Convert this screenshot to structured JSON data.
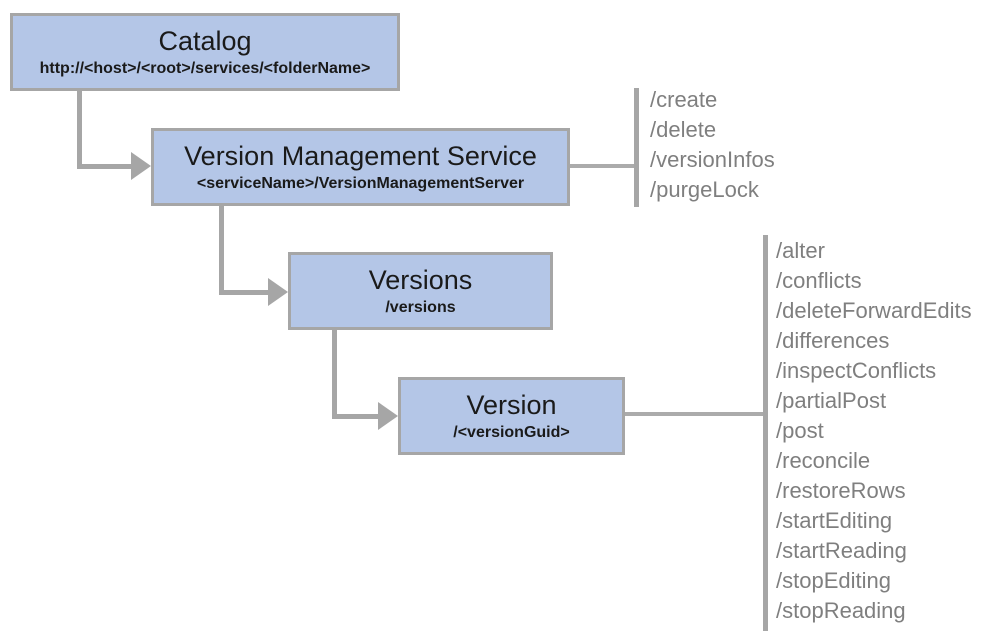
{
  "diagram": {
    "nodes": [
      {
        "id": "catalog",
        "title": "Catalog",
        "subtitle": "http://<host>/<root>/services/<folderName>"
      },
      {
        "id": "version-management-service",
        "title": "Version Management Service",
        "subtitle": "<serviceName>/VersionManagementServer"
      },
      {
        "id": "versions",
        "title": "Versions",
        "subtitle": "/versions"
      },
      {
        "id": "version",
        "title": "Version",
        "subtitle": "/<versionGuid>"
      }
    ],
    "service_operations": [
      "/create",
      "/delete",
      "/versionInfos",
      "/purgeLock"
    ],
    "version_operations": [
      "/alter",
      "/conflicts",
      "/deleteForwardEdits",
      "/differences",
      "/inspectConflicts",
      "/partialPost",
      "/post",
      "/reconcile",
      "/restoreRows",
      "/startEditing",
      "/startReading",
      "/stopEditing",
      "/stopReading"
    ],
    "colors": {
      "node_fill": "#b4c6e7",
      "node_border": "#a6a6a6",
      "connector": "#a6a6a6",
      "operations_text": "#7f7f7f",
      "title_text": "#1a1a1a",
      "background": "#ffffff"
    }
  }
}
